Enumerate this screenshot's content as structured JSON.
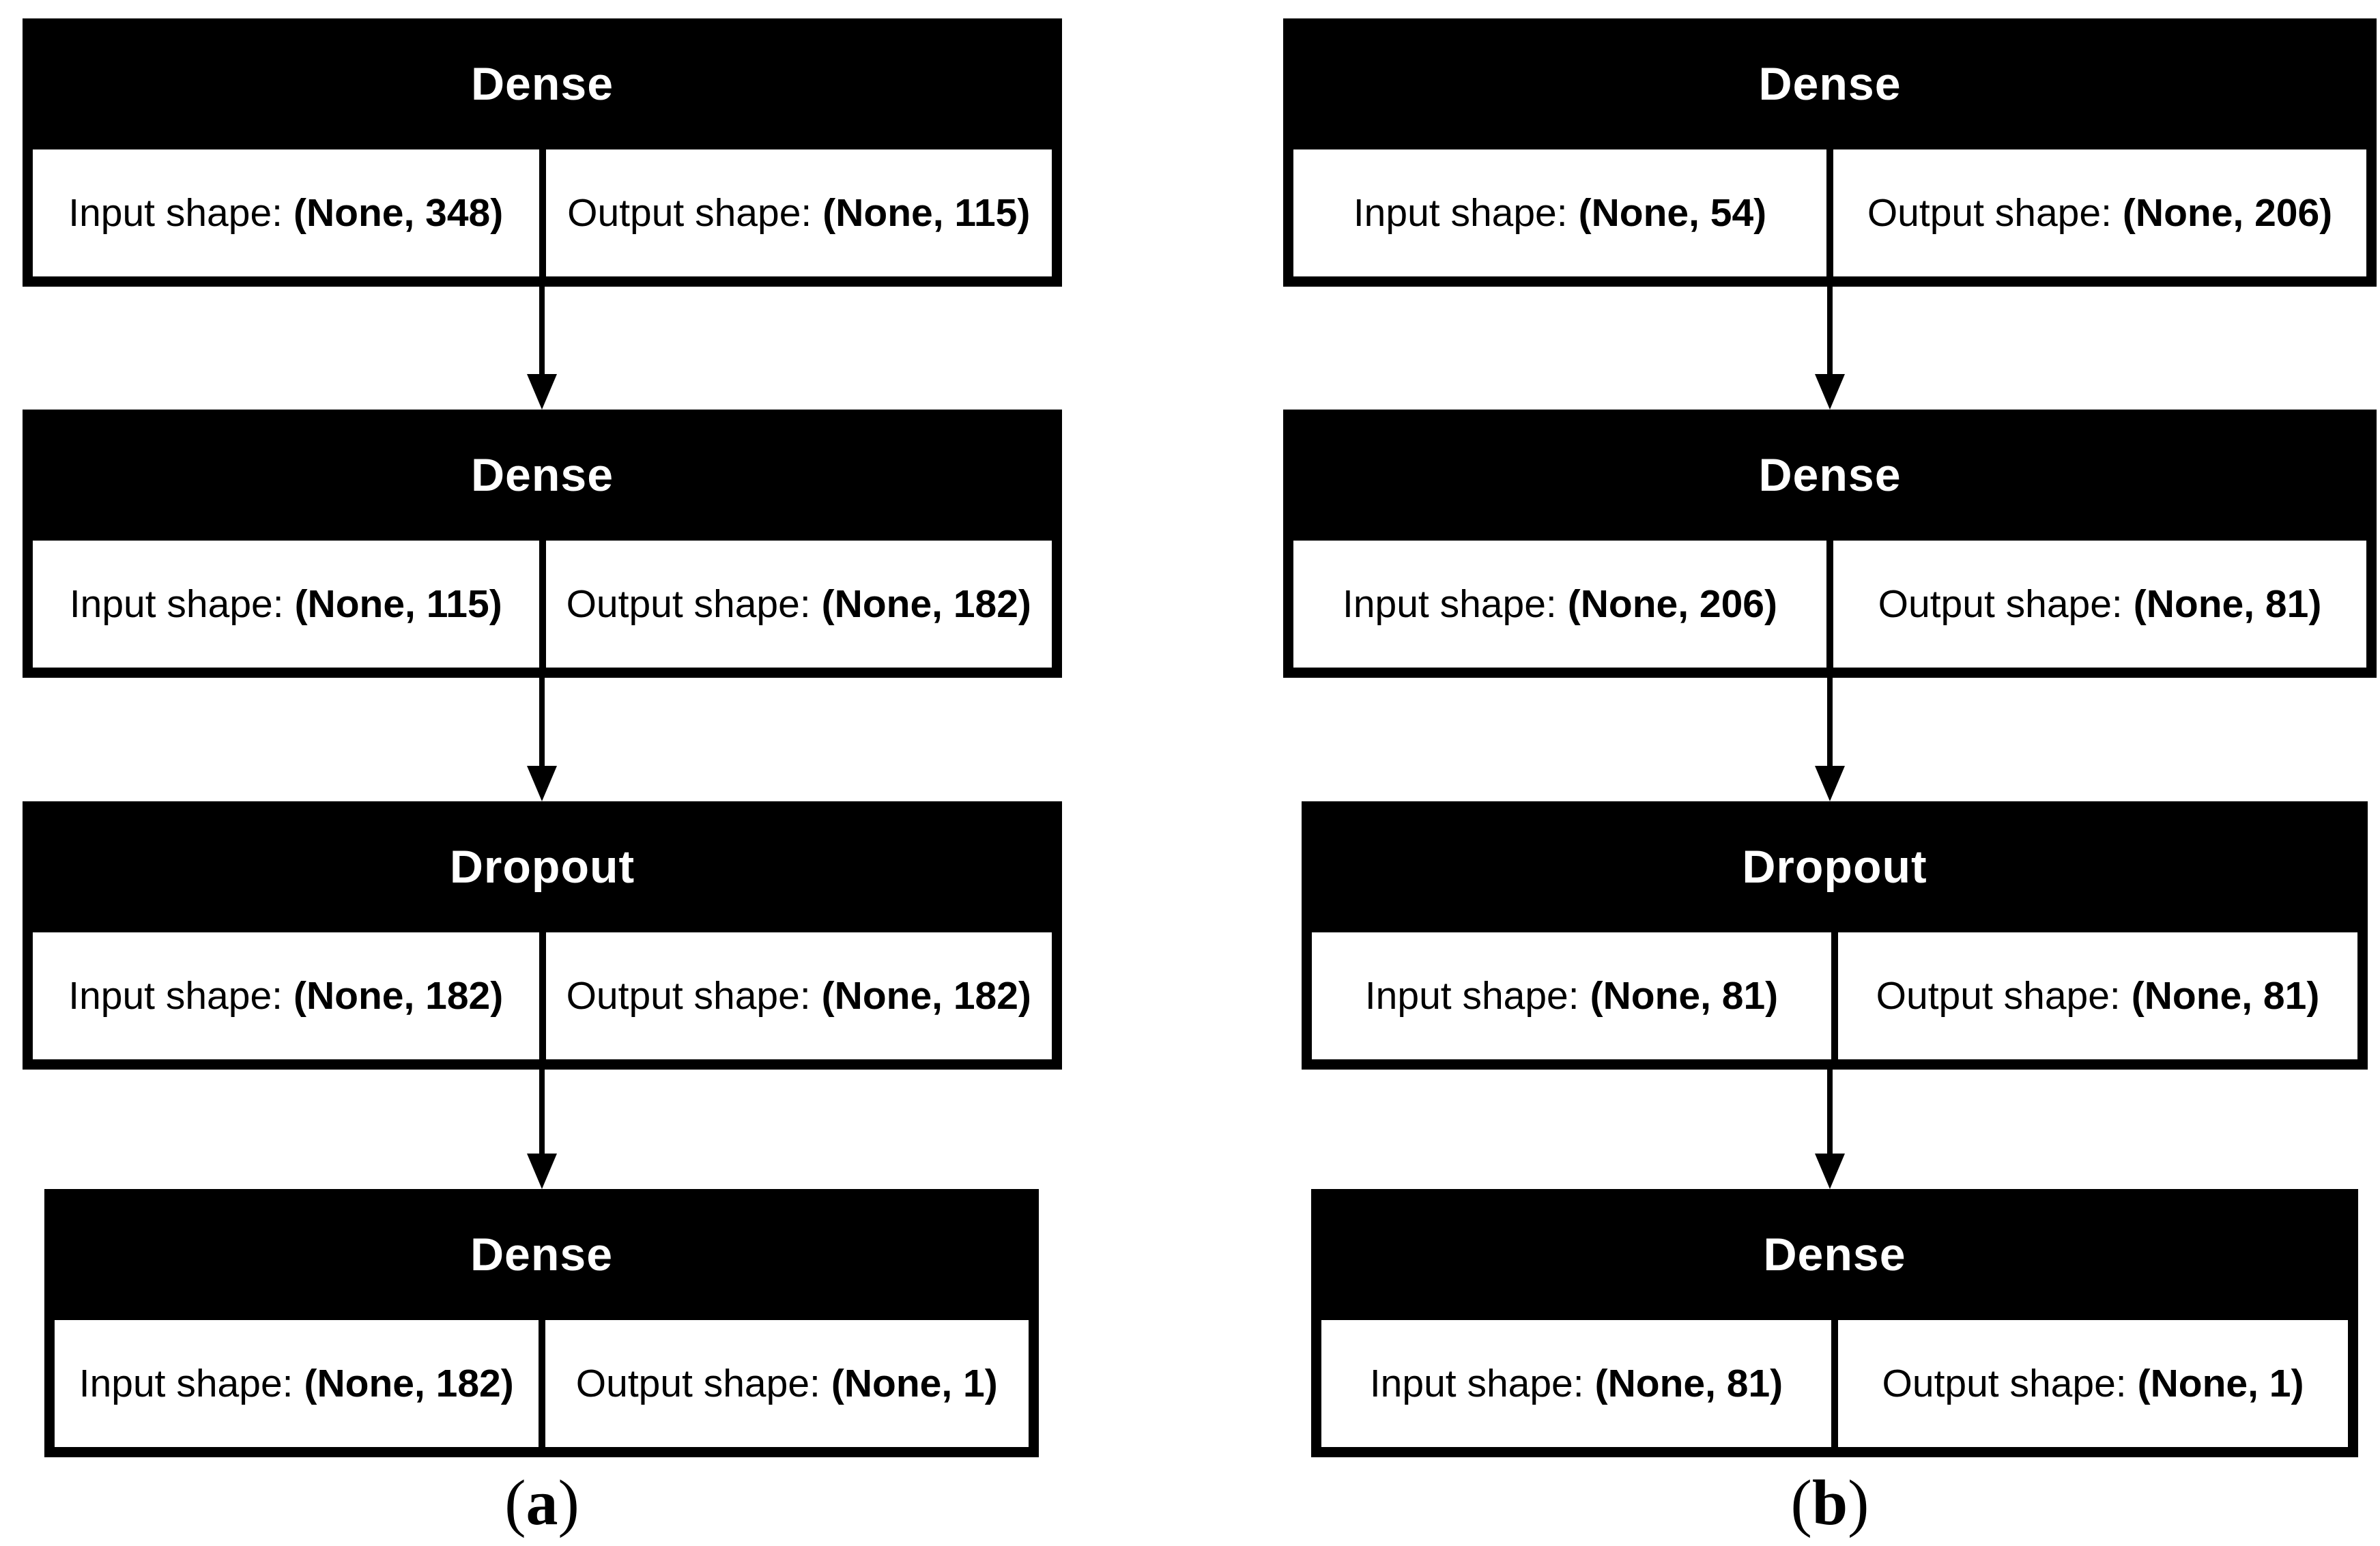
{
  "figure": {
    "background": "#ffffff",
    "colors": {
      "box_border": "#000000",
      "header_bg": "#000000",
      "header_text": "#ffffff",
      "cell_bg": "#ffffff",
      "cell_text": "#000000",
      "arrow": "#000000"
    },
    "cell_labels": {
      "input": "Input shape:",
      "output": "Output shape:"
    },
    "columns": [
      {
        "caption": {
          "open": "(",
          "letter": "a",
          "close": ")"
        },
        "layers": [
          {
            "name": "Dense",
            "input_shape": "(None, 348)",
            "output_shape": "(None, 115)"
          },
          {
            "name": "Dense",
            "input_shape": "(None, 115)",
            "output_shape": "(None, 182)"
          },
          {
            "name": "Dropout",
            "input_shape": "(None, 182)",
            "output_shape": "(None, 182)"
          },
          {
            "name": "Dense",
            "input_shape": "(None, 182)",
            "output_shape": "(None, 1)"
          }
        ]
      },
      {
        "caption": {
          "open": "(",
          "letter": "b",
          "close": ")"
        },
        "layers": [
          {
            "name": "Dense",
            "input_shape": "(None, 54)",
            "output_shape": "(None, 206)"
          },
          {
            "name": "Dense",
            "input_shape": "(None, 206)",
            "output_shape": "(None, 81)"
          },
          {
            "name": "Dropout",
            "input_shape": "(None, 81)",
            "output_shape": "(None, 81)"
          },
          {
            "name": "Dense",
            "input_shape": "(None, 81)",
            "output_shape": "(None, 1)"
          }
        ]
      }
    ]
  }
}
